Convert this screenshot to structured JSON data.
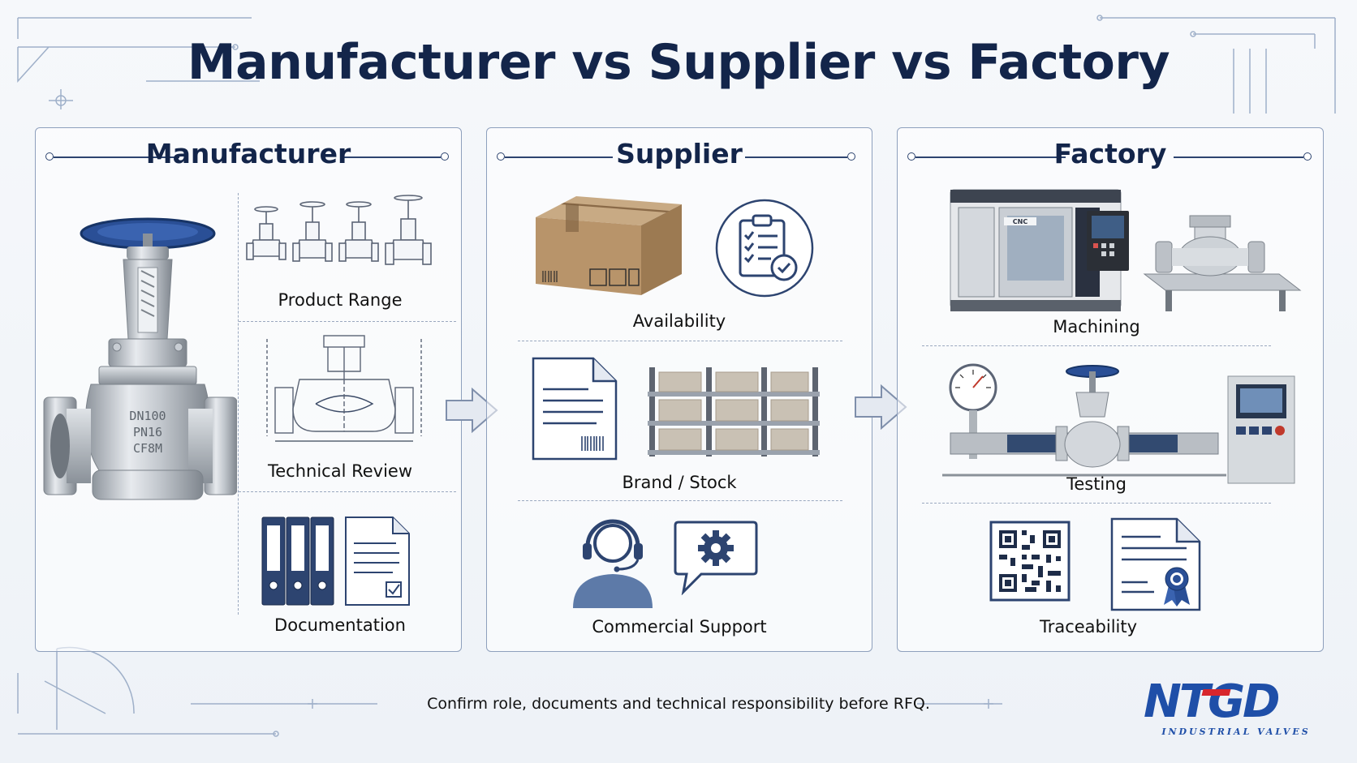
{
  "title": "Manufacturer vs Supplier vs Factory",
  "panels": [
    {
      "heading": "Manufacturer",
      "valve_markings": [
        "DN100",
        "PN16",
        "CF8M"
      ],
      "items": [
        "Product Range",
        "Technical Review",
        "Documentation"
      ]
    },
    {
      "heading": "Supplier",
      "items": [
        "Availability",
        "Brand / Stock",
        "Commercial Support"
      ]
    },
    {
      "heading": "Factory",
      "machine_label": "CNC",
      "items": [
        "Machining",
        "Testing",
        "Traceability"
      ]
    }
  ],
  "footer": "Confirm role, documents and technical responsibility before RFQ.",
  "logo": {
    "mark": "NTGD",
    "tagline": "INDUSTRIAL VALVES"
  },
  "colors": {
    "navy": "#13254a",
    "valve_blue": "#2a4f96",
    "logo_blue": "#1f4fa8",
    "logo_red": "#d8262c",
    "line": "#8ea0bd"
  }
}
